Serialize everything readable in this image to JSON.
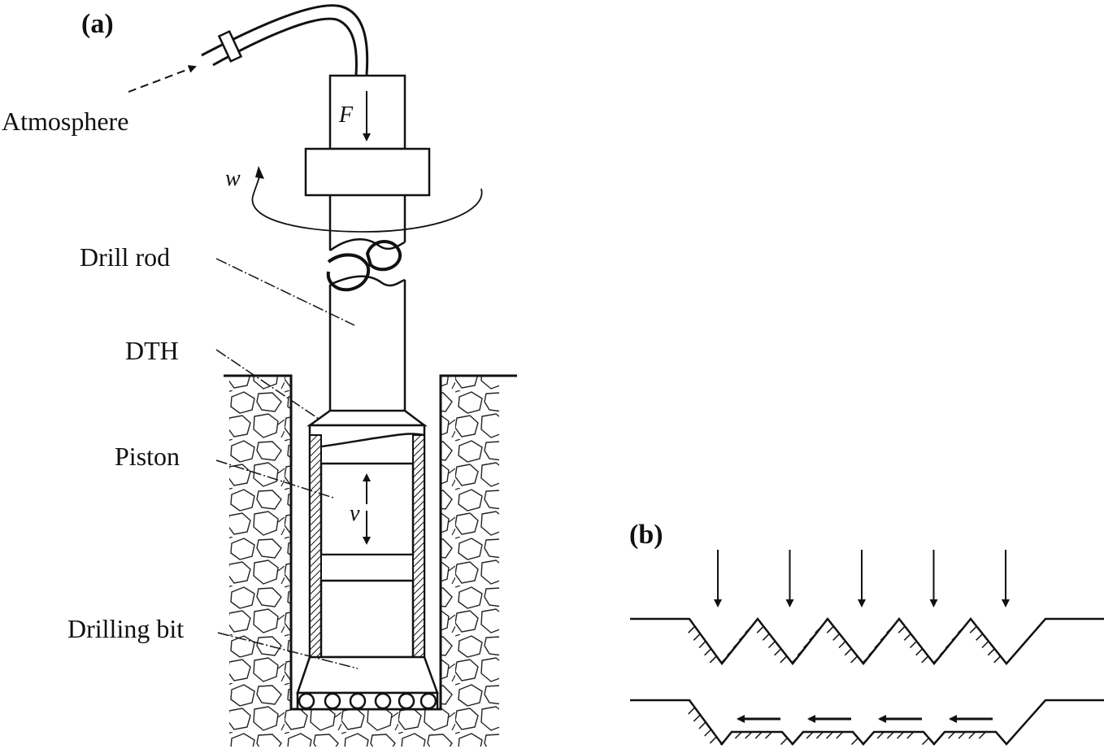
{
  "panel_a": {
    "label": "(a)",
    "callouts": {
      "atmosphere": "Atmosphere",
      "drill_rod": "Drill rod",
      "dth": "DTH",
      "piston": "Piston",
      "drilling_bit": "Drilling bit"
    },
    "symbols": {
      "force": "F",
      "rotation": "w",
      "velocity": "v"
    }
  },
  "panel_b": {
    "label": "(b)",
    "teeth_count": 5,
    "load_arrow_count": 5,
    "shear_arrow_count": 4
  },
  "colors": {
    "ink": "#111111",
    "background": "#ffffff"
  }
}
